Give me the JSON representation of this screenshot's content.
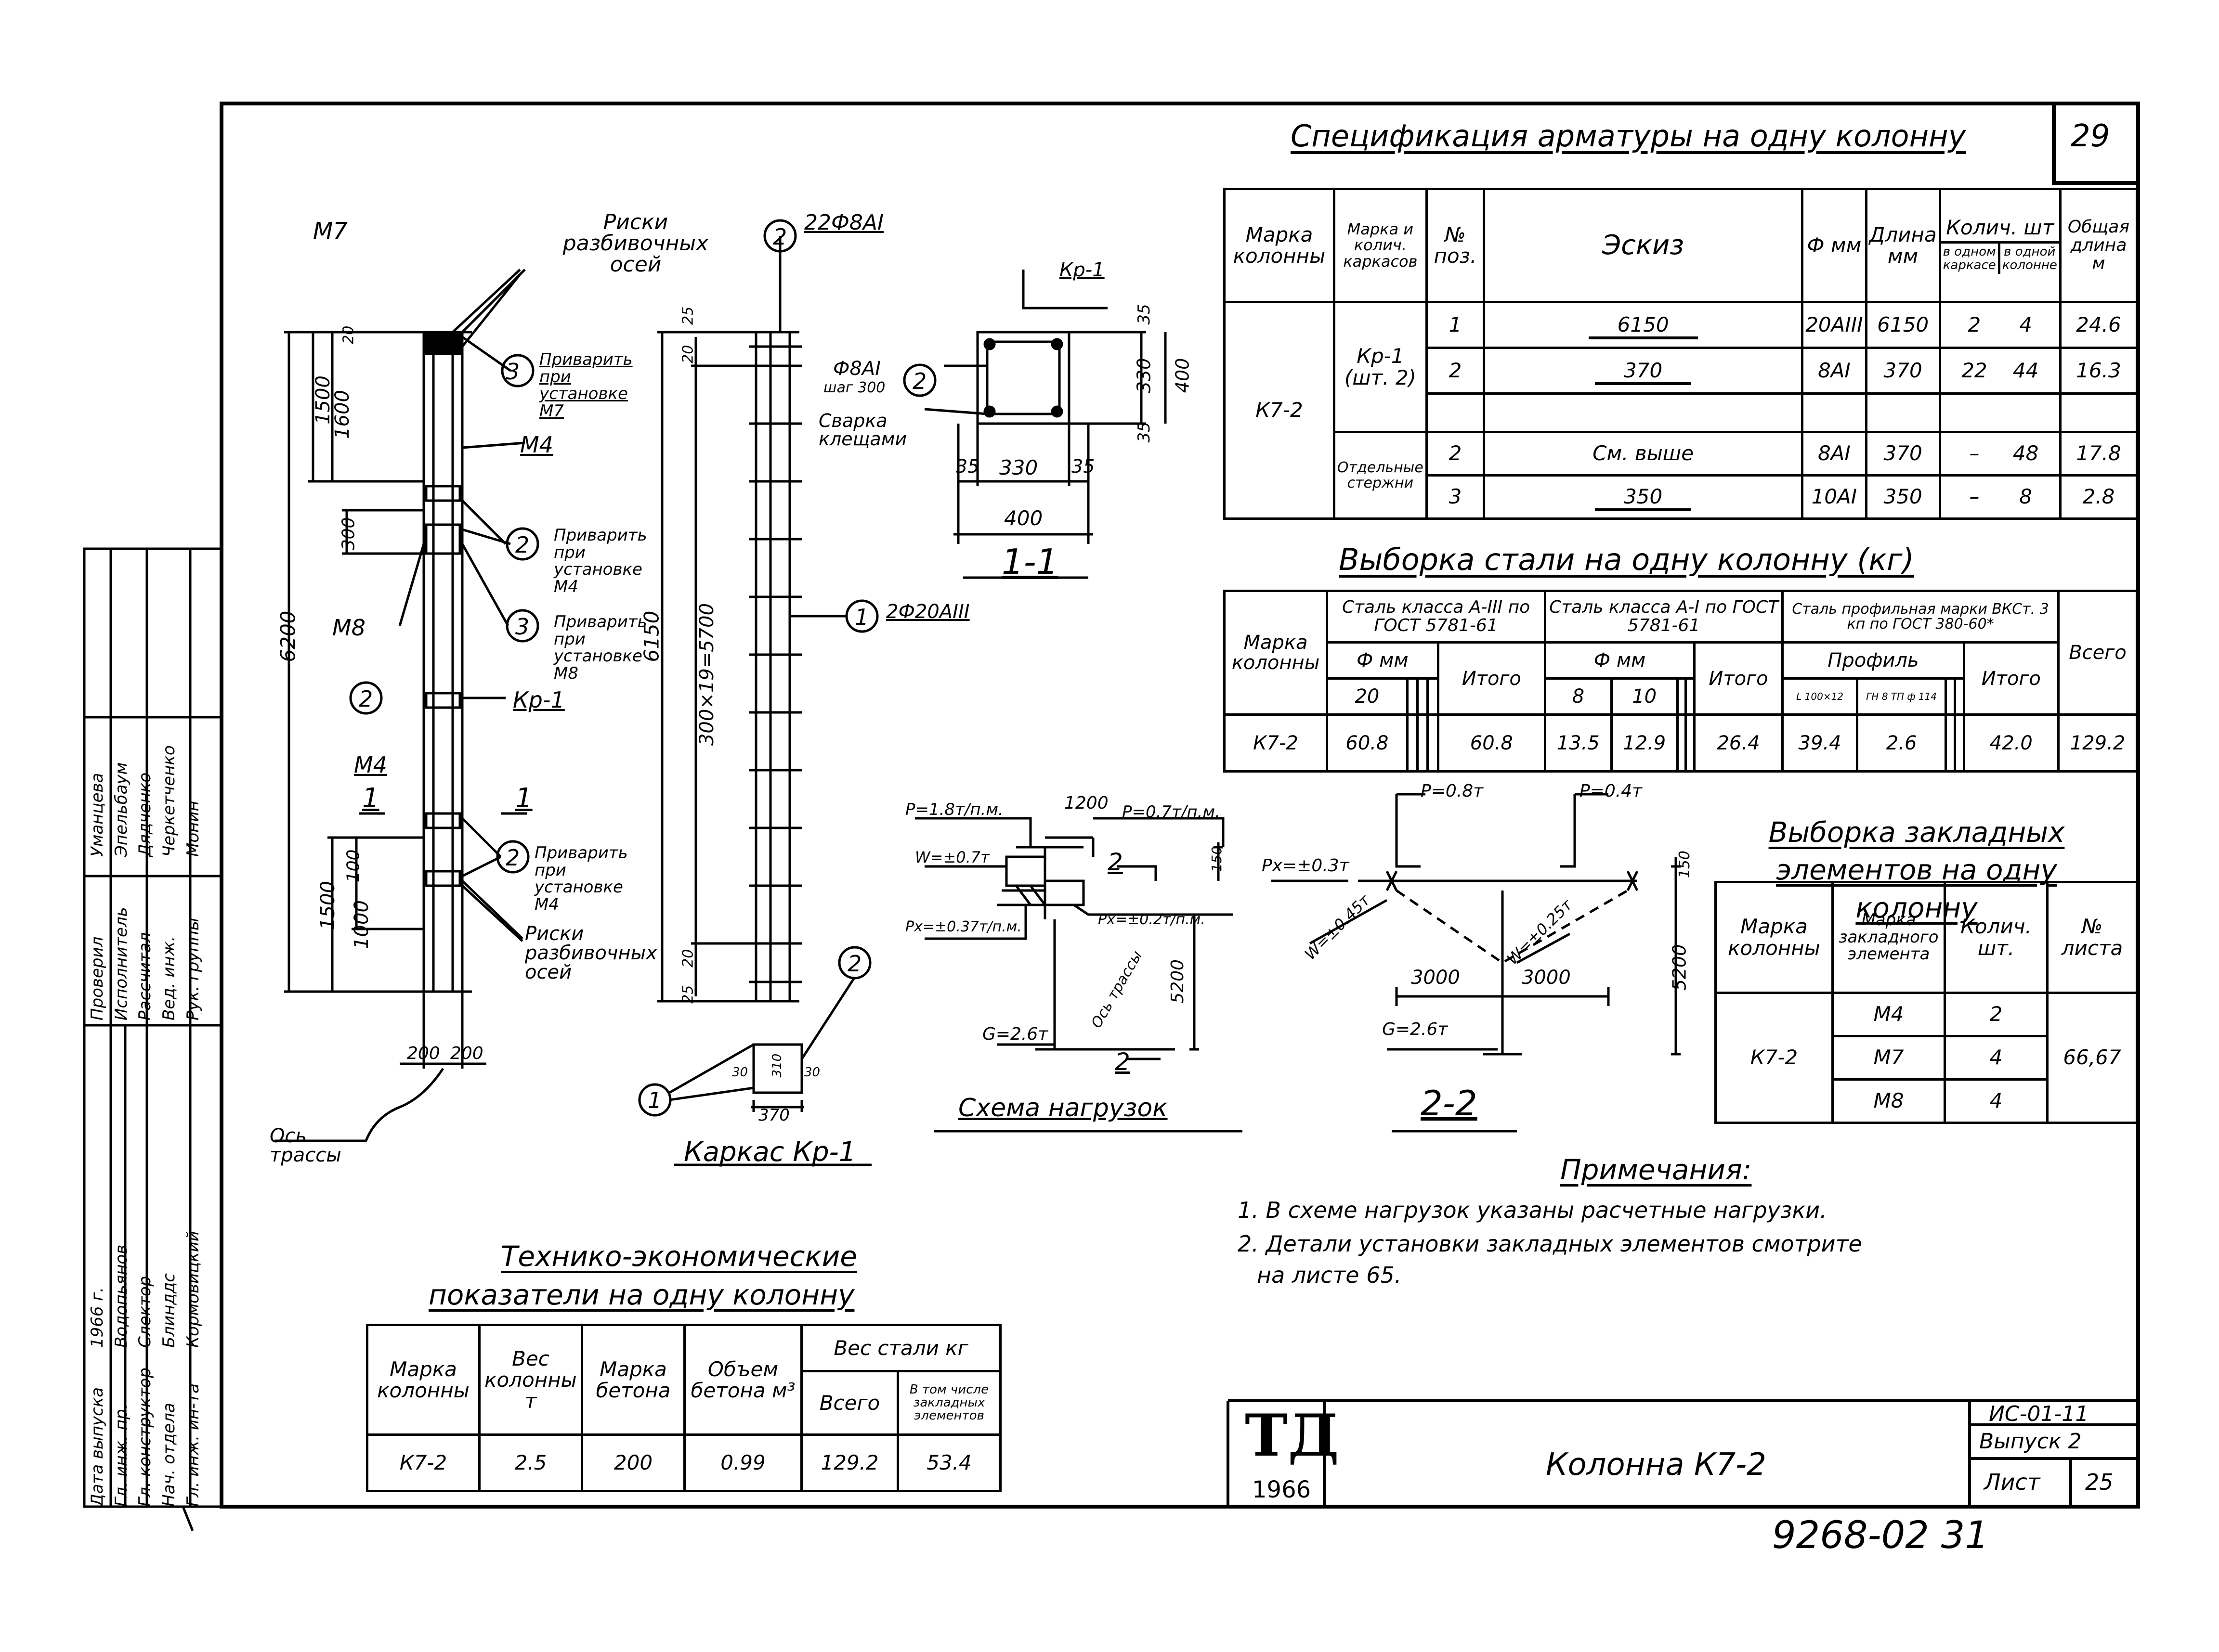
{
  "sheet_number": "29",
  "footer_number": "9268-02 31",
  "titles": {
    "spec": "Спецификация арматуры на одну колонну",
    "steel": "Выборка стали на одну колонну (кг)",
    "embedded": "Выборка закладных элементов на одну колонну",
    "tech_line1": "Технико-экономические",
    "tech_line2": "показатели на одну колонну",
    "notes": "Примечания:"
  },
  "notes": [
    "1. В схеме нагрузок указаны расчетные нагрузки.",
    "2. Детали установки закладных элементов смотрите",
    "на листе 65."
  ],
  "spec_table": {
    "headers": {
      "col_mark": "Марка колонны",
      "frame_mark": "Марка и колич. каркасов",
      "pos": "№ поз.",
      "sketch": "Эскиз",
      "dia": "Ф мм",
      "length": "Длина мм",
      "qty": "Колич. шт",
      "qty_one": "в одном каркасе",
      "qty_total": "в одной колонне",
      "total_length": "Общая длина м"
    },
    "column_mark": "К7-2",
    "frame_label": "Кр-1",
    "frame_qty": "(шт. 2)",
    "separate_label": "Отдельные стержни",
    "rows": [
      {
        "pos": "1",
        "sketch": "6150",
        "dia": "20АIII",
        "len": "6150",
        "q1": "2",
        "q2": "4",
        "total": "24.6"
      },
      {
        "pos": "2",
        "sketch": "370",
        "dia": "8АI",
        "len": "370",
        "q1": "22",
        "q2": "44",
        "total": "16.3"
      },
      {
        "pos": "2",
        "sketch": "См. выше",
        "dia": "8АI",
        "len": "370",
        "q1": "–",
        "q2": "48",
        "total": "17.8"
      },
      {
        "pos": "3",
        "sketch": "350",
        "dia": "10АI",
        "len": "350",
        "q1": "–",
        "q2": "8",
        "total": "2.8"
      }
    ]
  },
  "steel_table": {
    "h_mark": "Марка колонны",
    "h_a3": "Сталь класса А-III по ГОСТ 5781-61",
    "h_a1": "Сталь класса А-I по ГОСТ 5781-61",
    "h_prof": "Сталь профильная марки ВКСт. 3 кп по ГОСТ 380-60*",
    "h_total": "Всего",
    "h_dia": "Ф мм",
    "h_profile": "Профиль",
    "h_itogo": "Итого",
    "d20": "20",
    "d8": "8",
    "d10": "10",
    "p1": "L 100×12",
    "p2": "ГН 8 ТП ф 114",
    "row": {
      "mark": "К7-2",
      "a3_20": "60.8",
      "a3_total": "60.8",
      "a1_8": "13.5",
      "a1_10": "12.9",
      "a1_total": "26.4",
      "p1": "39.4",
      "p2": "2.6",
      "p_total": "42.0",
      "total": "129.2"
    }
  },
  "embedded_table": {
    "h_mark": "Марка колонны",
    "h_el": "Марка закладного элемента",
    "h_qty": "Колич. шт.",
    "h_sheet": "№ листа",
    "mark": "К7-2",
    "sheets": "66,67",
    "rows": [
      {
        "el": "М4",
        "qty": "2"
      },
      {
        "el": "М7",
        "qty": "4"
      },
      {
        "el": "М8",
        "qty": "4"
      }
    ]
  },
  "tech_table": {
    "h_mark": "Марка колонны",
    "h_weight": "Вес колонны т",
    "h_concrete": "Марка бетона",
    "h_volume": "Объем бетона м³",
    "h_steel": "Вес стали кг",
    "h_all": "Всего",
    "h_emb": "В том числе закладных элементов",
    "row": {
      "mark": "К7-2",
      "weight": "2.5",
      "concrete": "200",
      "volume": "0.99",
      "steel": "129.2",
      "emb": "53.4"
    }
  },
  "title_block": {
    "logo": "ТД",
    "year": "1966",
    "name": "Колонна К7-2",
    "series": "ИС-01-11",
    "issue": "Выпуск 2",
    "sheet_label": "Лист",
    "sheet": "25"
  },
  "stamp": {
    "roles": [
      "Гл. инж. ин-та",
      "Нач. отдела",
      "Гл. конструктор",
      "Гл. инж. пр.",
      "Дата выпуска",
      "Рук. группы",
      "Вед. инж.",
      "Рассчитал",
      "Исполнитель",
      "Проверил"
    ],
    "names": [
      "Кормовицкий",
      "Блинддс",
      "Слектор",
      "Водопьянов",
      "1966 г.",
      "Монин",
      "Черкетченко",
      "Дядченко",
      "Эпельбаум",
      "Уманцева"
    ]
  },
  "elevation": {
    "labels": {
      "m7": "М7",
      "m4": "М4",
      "m8": "М8",
      "m4b": "М4",
      "kr1": "Кр-1",
      "ticks_top": "Риски разбивочных осей",
      "ticks_bottom": "Риски разбивочных осей",
      "weld_m7": "Приварить при установке М7",
      "weld_m4": "Приварить при установке М4",
      "weld_m8": "Приварить при установке М8",
      "weld_m4b": "Приварить при установке М4",
      "cut1a": "1",
      "cut1b": "1",
      "axis": "Ось трассы",
      "b1": "3",
      "b2": "2",
      "b3": "3",
      "b4": "2",
      "b5": "2"
    },
    "dims": {
      "total": "6200",
      "d1500a": "1500",
      "d1600": "1600",
      "d300": "300",
      "d1000": "1000",
      "d1500b": "1500",
      "d200": "200",
      "d200b": "200",
      "d100": "100",
      "d20": "20"
    }
  },
  "frame": {
    "title": "Каркас Кр-1",
    "dims": {
      "len": "6150",
      "pitch": "300×19=5700",
      "d25a": "25",
      "d20a": "20",
      "d20b": "20",
      "d25b": "25"
    },
    "bars": {
      "top": "22Ф8АI",
      "main": "2Ф20АIII"
    },
    "mini": {
      "d30": "30",
      "d310": "310",
      "d30b": "30",
      "d370": "370"
    },
    "b1": "2",
    "b2": "1",
    "b3": "2",
    "b4": "1"
  },
  "section_1_1": {
    "title": "1-1",
    "labels": {
      "kr": "Кр-1",
      "stirrup": "Ф8АI",
      "pitch": "шаг 300",
      "welding": "Сварка клещами",
      "b": "2"
    },
    "dims": {
      "d35a": "35",
      "d330": "330",
      "d35b": "35",
      "d400": "400",
      "h35a": "35",
      "h330": "330",
      "h35b": "35",
      "h400": "400"
    }
  },
  "load_scheme": {
    "title": "Схема нагрузок",
    "labels": {
      "p1": "P=1.8т/п.м.",
      "p2": "P=0.7т/п.м.",
      "w": "W=±0.7т",
      "px1": "Px=±0.37т/п.м.",
      "px2": "Px=±0.2т/п.м.",
      "g": "G=2.6т",
      "axis": "Ось трассы",
      "cut": "2",
      "d1200": "1200",
      "d150": "150",
      "d5200": "5200"
    }
  },
  "section_2_2": {
    "title": "2-2",
    "labels": {
      "p1": "P=0.8т",
      "p2": "P=0.4т",
      "px": "Px=±0.3т",
      "w1": "W=±0.45т",
      "w2": "W=±0.25т",
      "g": "G=2.6т",
      "d3000a": "3000",
      "d3000b": "3000",
      "d150": "150",
      "d5200": "5200"
    }
  }
}
